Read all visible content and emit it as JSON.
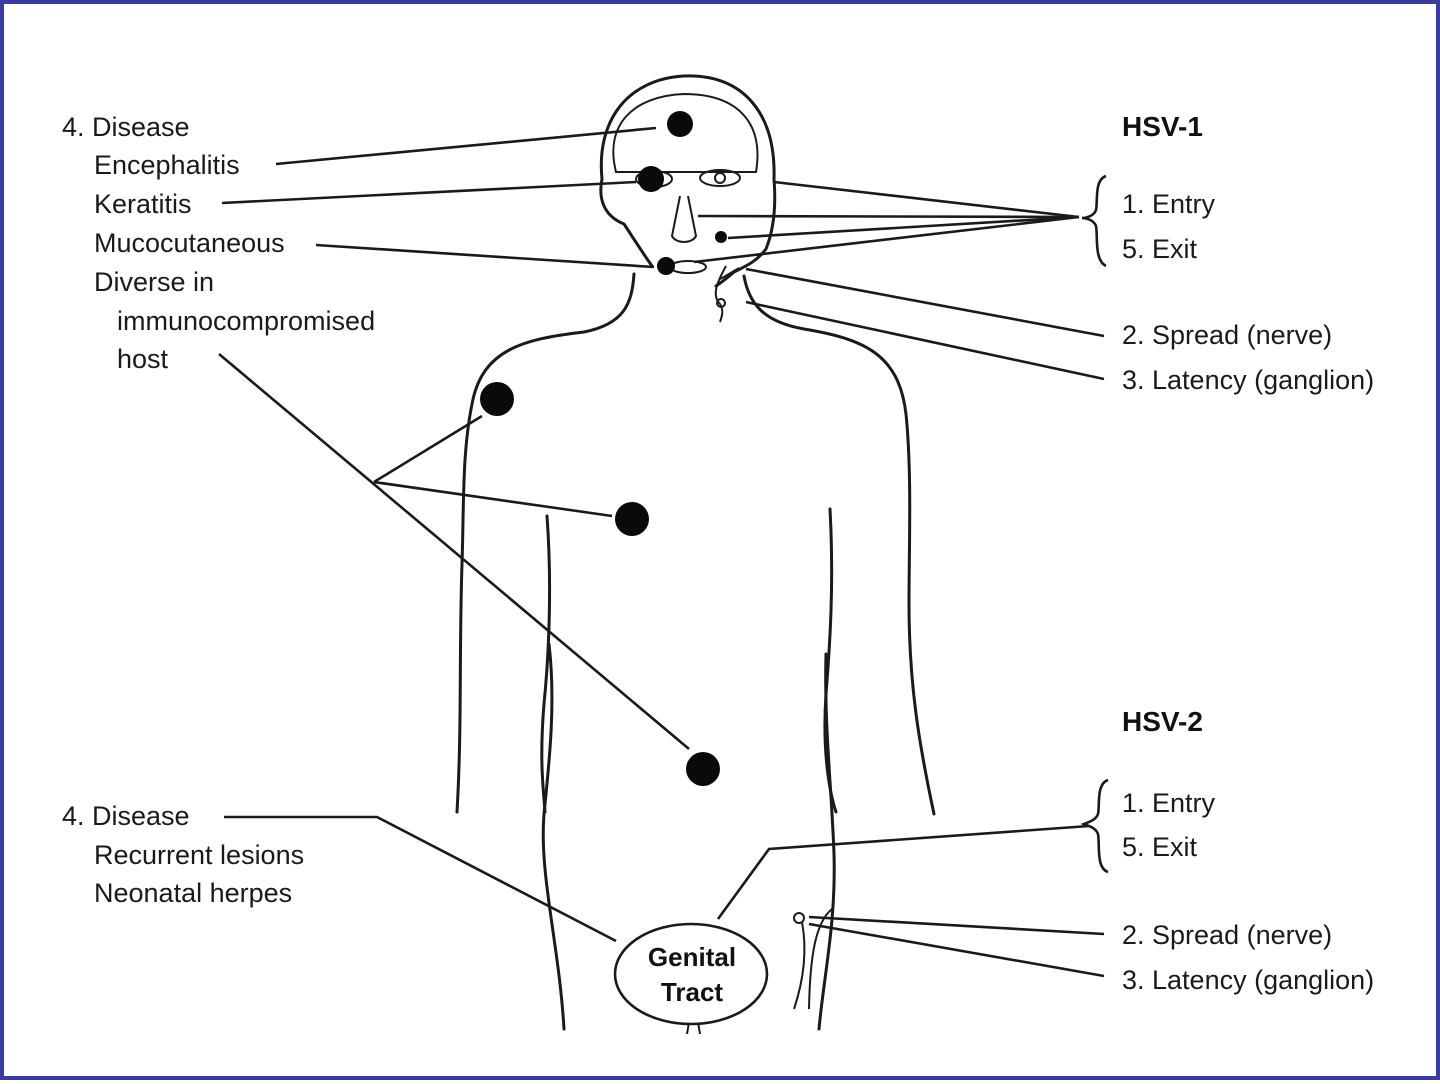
{
  "hsv1": {
    "title": "HSV-1",
    "entry": "1. Entry",
    "exit": "5. Exit",
    "spread": "2. Spread (nerve)",
    "latency": "3. Latency (ganglion)"
  },
  "hsv2": {
    "title": "HSV-2",
    "entry": "1. Entry",
    "exit": "5. Exit",
    "spread": "2. Spread (nerve)",
    "latency": "3. Latency (ganglion)"
  },
  "disease_top": {
    "heading": "4. Disease",
    "items": [
      "Encephalitis",
      "Keratitis",
      "Mucocutaneous",
      "Diverse in",
      "immunocompromised",
      "host"
    ]
  },
  "disease_bottom": {
    "heading": "4. Disease",
    "items": [
      "Recurrent lesions",
      "Neonatal herpes"
    ]
  },
  "genital": {
    "line1": "Genital",
    "line2": "Tract"
  }
}
